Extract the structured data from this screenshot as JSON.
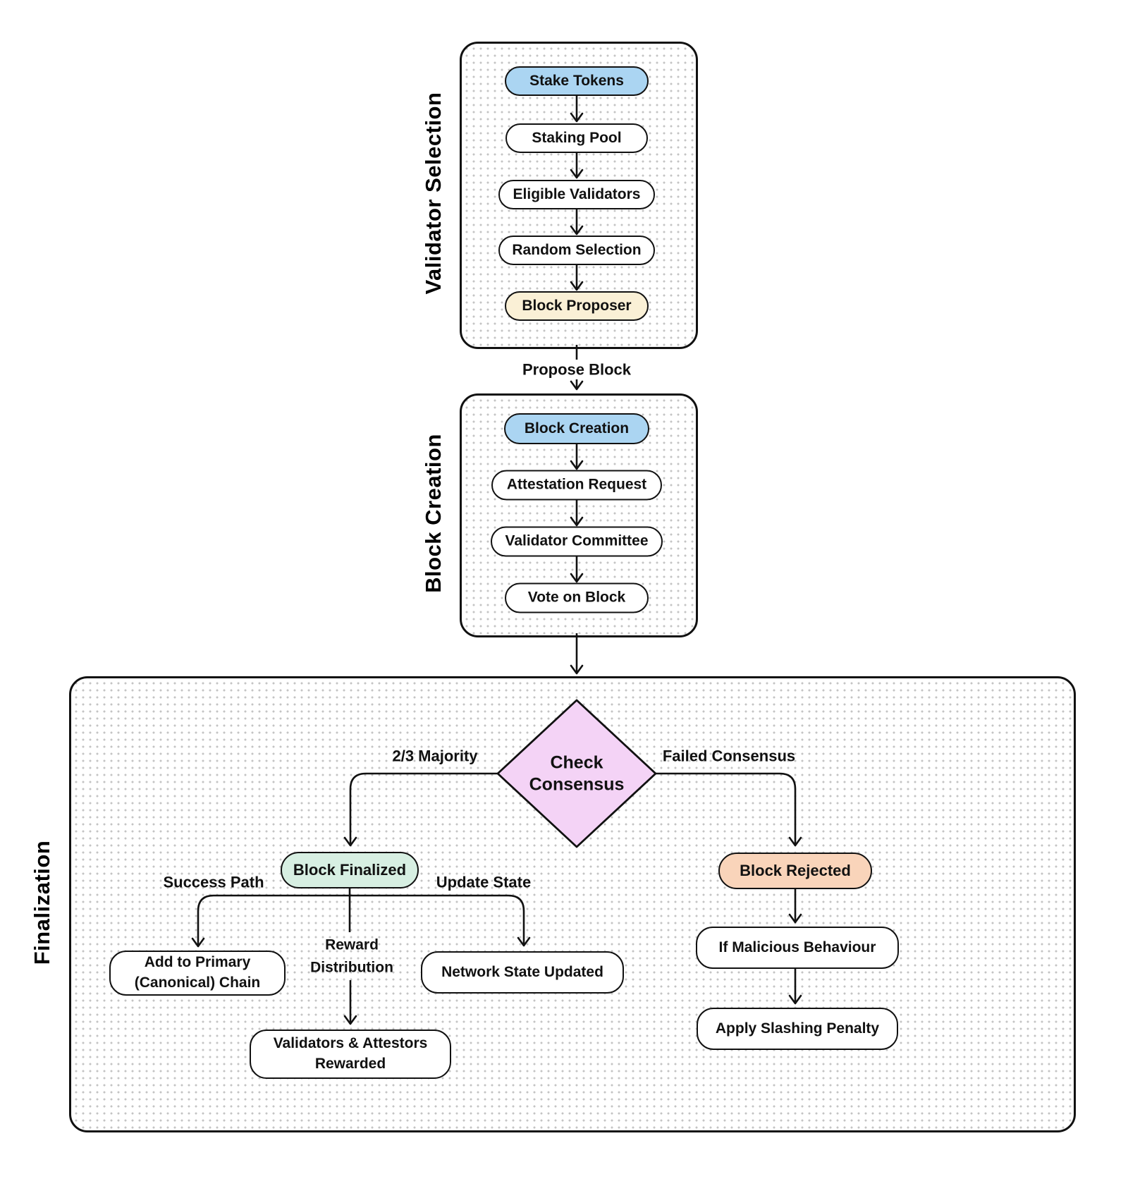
{
  "colors": {
    "blue": "#abd5f2",
    "cream": "#faf0d6",
    "mint": "#d7efe2",
    "peach": "#f9d4ba",
    "violet": "#f4d3f6",
    "ink": "#111111"
  },
  "sections": {
    "validator_selection": {
      "label": "Validator Selection"
    },
    "block_creation": {
      "label": "Block Creation"
    },
    "finalization": {
      "label": "Finalization"
    }
  },
  "nodes": {
    "stake_tokens": "Stake Tokens",
    "staking_pool": "Staking Pool",
    "eligible_validators": "Eligible Validators",
    "random_selection": "Random Selection",
    "block_proposer": "Block Proposer",
    "block_creation": "Block Creation",
    "attestation_request": "Attestation Request",
    "validator_committee": "Validator Committee",
    "vote_on_block": "Vote on Block",
    "check_consensus": "Check\nConsensus",
    "block_finalized": "Block Finalized",
    "block_rejected": "Block Rejected",
    "add_to_primary": "Add to Primary\n(Canonical) Chain",
    "network_state_updated": "Network State Updated",
    "validators_rewarded": "Validators & Attestors\nRewarded",
    "if_malicious": "If Malicious Behaviour",
    "apply_slashing": "Apply Slashing Penalty"
  },
  "edge_labels": {
    "propose_block": "Propose Block",
    "majority": "2/3 Majority",
    "failed_consensus": "Failed Consensus",
    "success_path": "Success Path",
    "update_state": "Update State",
    "reward_distribution": "Reward\nDistribution"
  }
}
